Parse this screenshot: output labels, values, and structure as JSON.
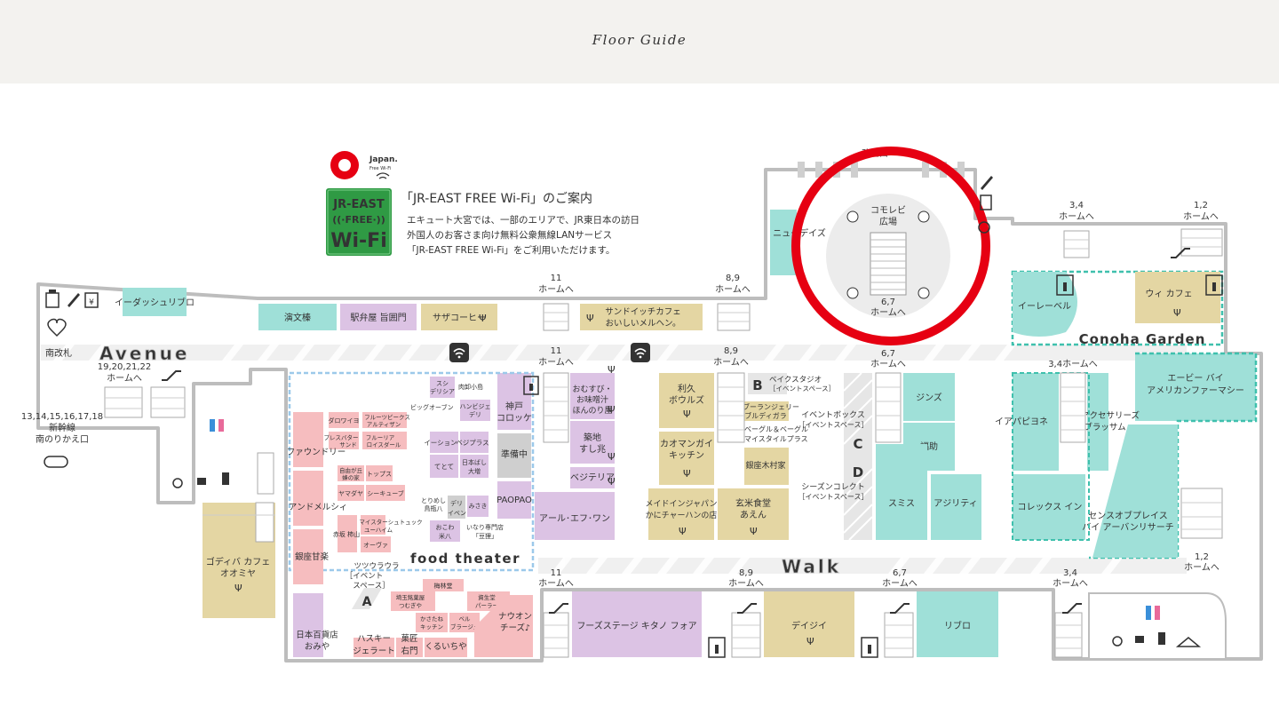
{
  "header": {
    "title": "Floor Guide"
  },
  "colors": {
    "teal": "#9fe0d8",
    "pink": "#f6bdbf",
    "lavender": "#dcc3e4",
    "tan": "#e4d6a3",
    "gray": "#dcdcdc",
    "highlight_ring": "#e60012",
    "wifi_green": "#2f9a44",
    "dash_blue": "#9cc9ea"
  },
  "wifi_notice": {
    "japan_logo_text": "Japan.",
    "japan_logo_sub": "Free Wi-Fi",
    "logo_line1": "JR-EAST",
    "logo_line2": "((·FREE·))",
    "logo_line3": "Wi-Fi",
    "title": "「JR-EAST FREE Wi-Fi」のご案内",
    "line1": "エキュート大宮では、一部のエリアで、JR東日本の訪日",
    "line2": "外国人のお客さま向け無料公衆無線LANサービス",
    "line3": "「JR-EAST FREE Wi-Fi」をご利用いただけます。"
  },
  "areas": {
    "avenue": "Avenue",
    "walk": "Walk",
    "conoha_garden": "Conoha Garden",
    "food_theater": "food theater",
    "plaza_line1": "コモレビ",
    "plaza_line2": "広場",
    "plaza_platform_num": "6,7",
    "plaza_platform_to": "ホームへ",
    "top_truncated": "改札口"
  },
  "labels": {
    "south_gate": "南改札",
    "sb_line1": "13,14,15,16,17,18",
    "sb_line2": "新幹線",
    "sb_line3": "南のりかえ口",
    "event_b": "B",
    "event_c": "C",
    "event_d": "D",
    "area_a": "A",
    "event_box1": "イベントボックス",
    "event_box2": "［イベントスペース］",
    "bakes1": "ベイクスタジオ",
    "bakes2": "［イベントスペース］",
    "season1": "シーズンコレクト",
    "season2": "［イベントスペース］",
    "tsutsu1": "ツツウラウラ",
    "tsutsu2": "［イベント",
    "tsutsu3": "スペース］"
  },
  "platforms": {
    "p11_a": "11",
    "p89_a": "8,9",
    "p34_tr": "3,4",
    "p12_tr": "1,2",
    "p19_num": "19,20,21,22",
    "p11_b": "11",
    "p89_b": "8,9",
    "p67_a": "6,7",
    "p34_mid": "3,4ホームへ",
    "p11_c": "11",
    "p89_c": "8,9",
    "p67_c": "6,7",
    "p34_c": "3,4",
    "p12_br": "1,2",
    "to_home": "ホームへ"
  },
  "shops": {
    "ee_dash": "イーダッシュリブロ",
    "enbunkan": "演文榛",
    "ekiben": "駅弁屋 旨囲門",
    "sazacoffee": "サザコーヒー",
    "sandwich1": "サンドイッチカフェ",
    "sandwich2": "おいしいメルヘン。",
    "new_days": "ニューデイズ",
    "wi_cafe": "ウィ カフェ",
    "ireebel": "イーレーベル",
    "ap1": "エービー バイ",
    "ap2": "アメリカンファーマシー",
    "iapa": "イアパピヨネ",
    "acc1": "アクセサリーズ",
    "acc2": "ブラッサム",
    "collex": "コレックス イン",
    "sense1": "センスオブプレイス",
    "sense2": "バイ アーバンリサーチ",
    "jins": "ジンズ",
    "fukusuke": "福助",
    "smith": "スミス",
    "agility": "アジリティ",
    "rikyu1": "利久",
    "rikyu2": "ボウルズ",
    "kaoman1": "カオマンガイ",
    "kaoman2": "キッチン",
    "made1": "メイドインジャパン",
    "made2": "かにチャーハンの店",
    "genmai1": "玄米食堂",
    "genmai2": "あえん",
    "kimura": "銀座木村家",
    "boulan1": "ブーランジェリー",
    "boulan2": "ブルディガラ",
    "bagel1": "ベーグル＆ベーグル",
    "bagel2": "マイスタイルプラス",
    "omusubi1": "おむすび・",
    "omusubi2": "お味噌汁",
    "omusubi3": "ほんのり屋",
    "tsukiji1": "築地",
    "tsukiji2": "すし兆",
    "bejiteria": "ベジテリア",
    "kobe1": "神戸",
    "kobe2": "コロッケ",
    "junbi": "準備中",
    "paopao": "PAOPAO",
    "rf1": "アール･エフ･ワン",
    "sushi1": "スシ",
    "sushi2": "デリシア",
    "nikuyu": "肉卸小島",
    "hanbeji1": "ハンビジェ",
    "hanbeji2": "デリ",
    "bigoven": "ビッグオーブン",
    "eshon": "イーション",
    "beji": "ベジプラス",
    "tetote": "てとて",
    "nihonbashi1": "日本ばし",
    "nihonbashi2": "大増",
    "torimeshi1": "とりめし",
    "torimeshi2": "鳥瓶八",
    "deli1": "デリ",
    "deli2": "イベント",
    "misaki": "みさき",
    "okowa1": "おこわ",
    "okowa2": "米八",
    "inari1": "いなり専門店",
    "inari2": "「豆狸」",
    "dalloyau": "ダロワイヨ",
    "fruits1": "フルーツピークス",
    "fruits2": "アルティザン",
    "presse1": "プレスバター",
    "presse2": "サンド",
    "fruiria1": "フルーリア",
    "fruiria2": "ロイスダール",
    "foundry": "ファウンドリー",
    "jiyuu1": "自由が丘",
    "jiyuu2": "蜂の家",
    "tops": "トップス",
    "yamadaya": "ヤマダヤ",
    "seacube": "シーキューブ",
    "andmel": "アンドメルシィ",
    "akasaka": "赤坂 柿山",
    "meister1": "マイスターシュトュック",
    "meister2": "ユーハイム",
    "oave": "オーヴァ",
    "ginza": "銀座甘楽",
    "umebayashi": "梅林堂",
    "saitama1": "埼玉銘菓屋",
    "saitama2": "つむぎや",
    "shiseido1": "資生堂",
    "shiseido2": "パーラー",
    "kasane1": "かさたね",
    "kasane2": "キッチン",
    "belle1": "ベル",
    "belle2": "ブラージュ",
    "naon1": "ナウオン",
    "naon2": "チーズ♪",
    "nihonhyaku1": "日本百貨店",
    "nihonhyaku2": "おみや",
    "husky1": "ハスキー",
    "husky2": "ジェラート",
    "kashimon1": "菓匠",
    "kashimon2": "右門",
    "kuruichiya": "くるいちや",
    "godiva1": "ゴディバ カフェ",
    "godiva2": "オオミヤ",
    "foodstage": "フーズステージ キタノ フォア",
    "daiji": "デイジイ",
    "libro": "リブロ"
  }
}
